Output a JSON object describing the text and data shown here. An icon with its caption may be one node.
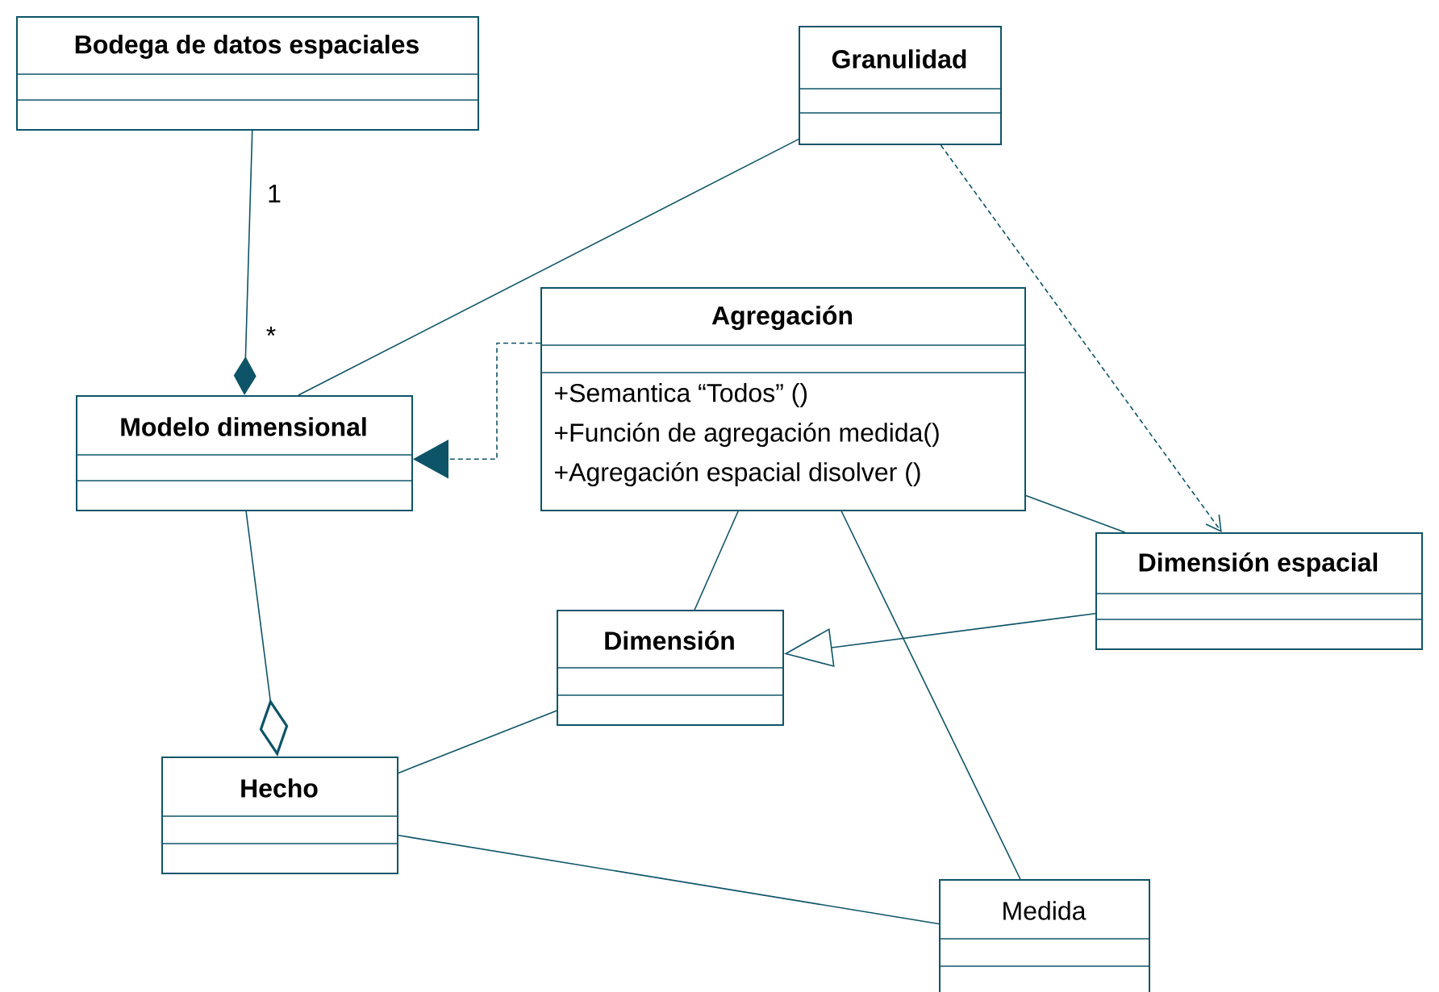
{
  "diagram": {
    "nodes": [
      {
        "text": [
          "Bodega de datos espaciales"
        ]
      },
      {
        "text": [
          "Granulidad"
        ]
      },
      {
        "text": [
          "Agregación",
          "+Semantica “Todos” ()",
          "+Función de agregación medida()",
          "+Agregación espacial disolver ()"
        ]
      },
      {
        "text": [
          "Modelo dimensional"
        ]
      },
      {
        "text": [
          "Dimensión espacial"
        ]
      },
      {
        "text": [
          "Dimensión"
        ]
      },
      {
        "text": [
          "Hecho"
        ]
      },
      {
        "text": [
          "Medida"
        ]
      }
    ],
    "edges": [
      {
        "from": 0,
        "to": 3,
        "arrow": "other"
      },
      {
        "from": 1,
        "to": 3,
        "arrow": "none"
      },
      {
        "from": 2,
        "to": 3,
        "arrow": "to",
        "style": "dashed"
      },
      {
        "from": 1,
        "to": 4,
        "arrow": "to",
        "style": "dashed"
      },
      {
        "from": 2,
        "to": 4,
        "arrow": "none"
      },
      {
        "from": 2,
        "to": 5,
        "arrow": "none"
      },
      {
        "from": 2,
        "to": 7,
        "arrow": "none"
      },
      {
        "from": 4,
        "to": 5,
        "arrow": "to"
      },
      {
        "from": 3,
        "to": 6,
        "arrow": "other"
      },
      {
        "from": 5,
        "to": 6,
        "arrow": "none"
      },
      {
        "from": 6,
        "to": 7,
        "arrow": "none"
      }
    ],
    "labels": [
      "1",
      "*"
    ]
  }
}
